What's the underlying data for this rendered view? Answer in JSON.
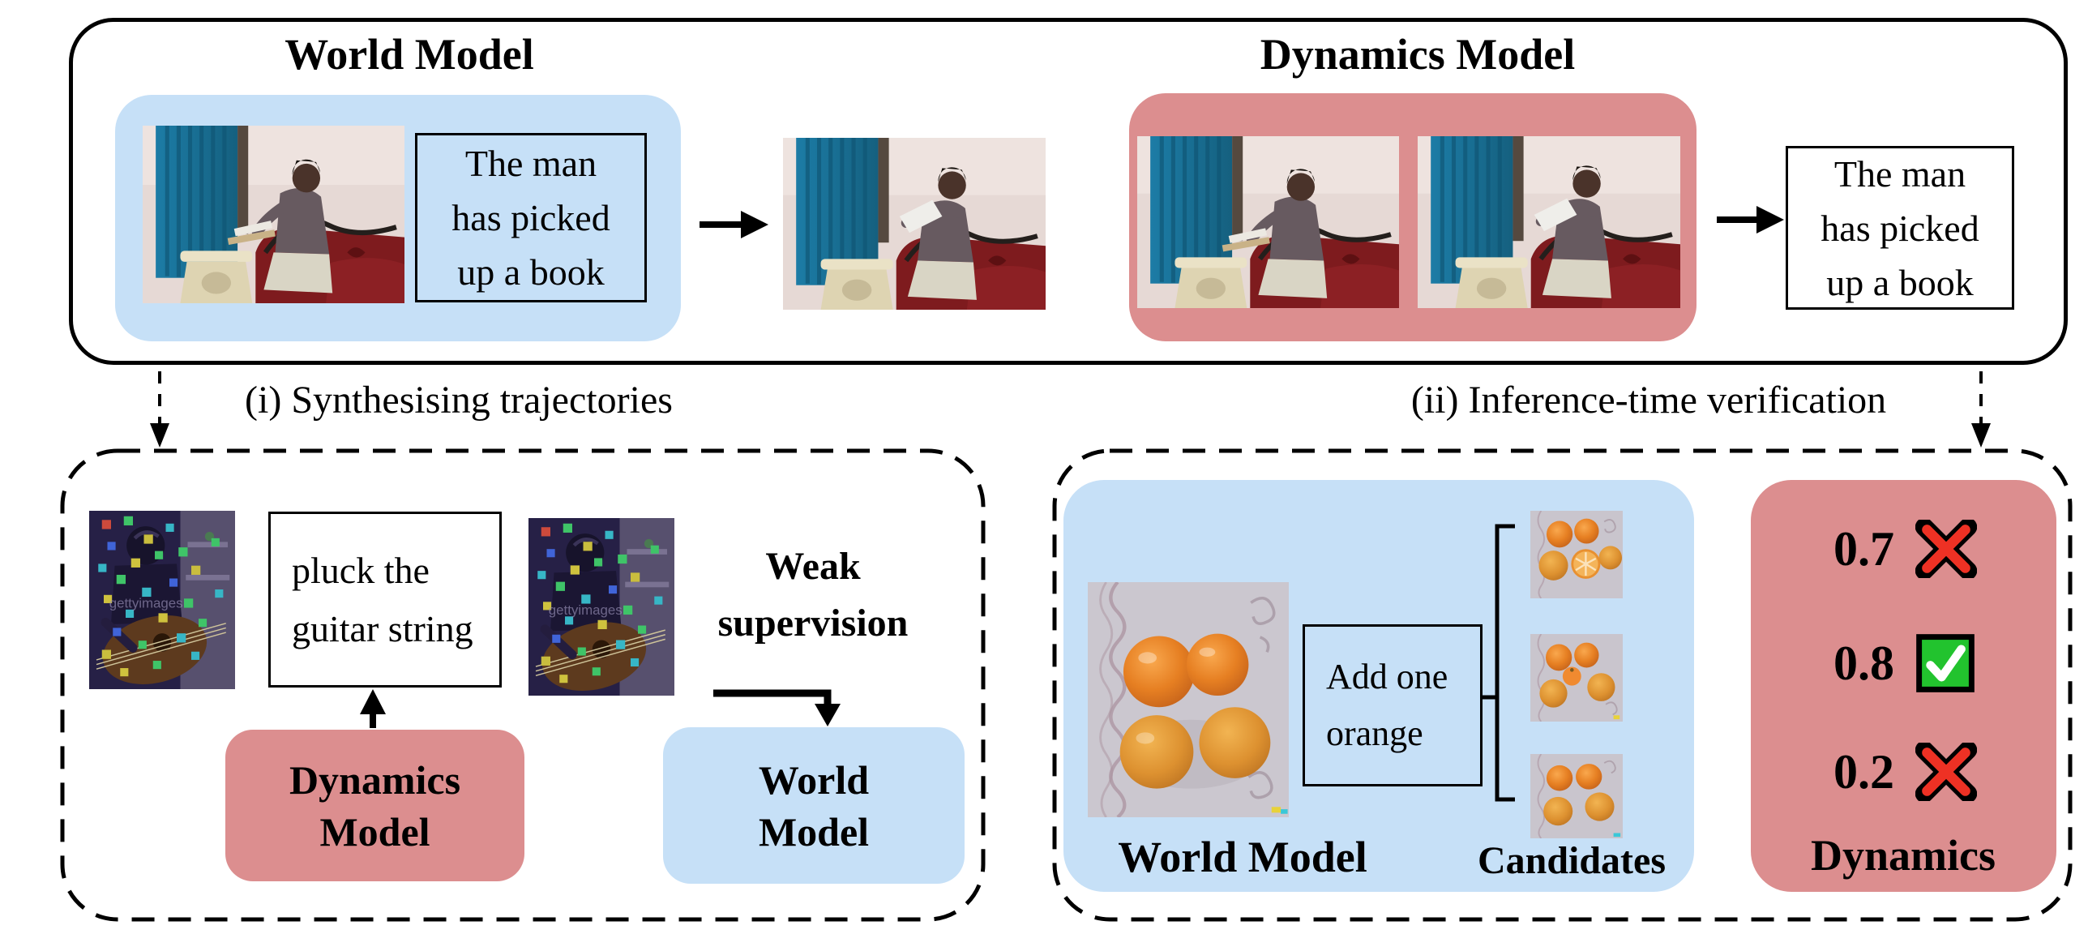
{
  "colors": {
    "world_blue": "#c6e0f7",
    "dynamics_red": "#dc8e8f",
    "accept_green": "#22c32e",
    "reject_red": "#ee3124",
    "line_black": "#000000"
  },
  "top_panel": {
    "world_model": {
      "title": "World Model",
      "input_image": "man-sitting-on-sofa-frame",
      "action_caption": "The man\nhas picked\nup a book",
      "output_image": "man-picking-up-book-frame"
    },
    "dynamics_model": {
      "title": "Dynamics Model",
      "frame1_image": "man-sitting-on-sofa-frame",
      "frame2_image": "man-picking-up-book-frame",
      "output_caption": "The man\nhas picked\nup a book"
    }
  },
  "branch_labels": {
    "left": "(i) Synthesising trajectories",
    "right": "(ii) Inference-time verification"
  },
  "synthesising_panel": {
    "noisy_frame1": "noisy-guitar-player-frame",
    "action_caption": "pluck the\nguitar string",
    "noisy_frame2": "noisy-guitar-player-frame",
    "weak_supervision_label": "Weak\nsupervision",
    "dynamics_chip_label": "Dynamics\nModel",
    "world_chip_label": "World\nModel",
    "watermark": "gettyimages"
  },
  "verification_panel": {
    "world_model_label": "World Model",
    "initial_image": "four-oranges-on-tablecloth",
    "action_caption": "Add one\norange",
    "candidates_label": "Candidates",
    "candidates": [
      {
        "image": "oranges-with-cut-half"
      },
      {
        "image": "five-oranges"
      },
      {
        "image": "four-oranges"
      }
    ],
    "dynamics_label": "Dynamics",
    "verdicts": [
      {
        "score": "0.7",
        "result": "reject"
      },
      {
        "score": "0.8",
        "result": "accept"
      },
      {
        "score": "0.2",
        "result": "reject"
      }
    ]
  }
}
